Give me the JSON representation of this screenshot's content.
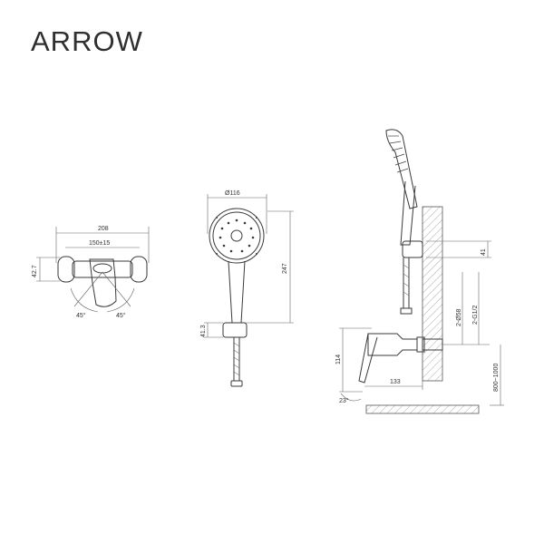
{
  "brand": "ARROW",
  "dimensions": {
    "mixer_width": "208",
    "mixer_centers": "150±15",
    "mixer_height": "42.7",
    "angle_left": "45°",
    "angle_right": "45°",
    "head_diameter": "Ø116",
    "shower_length": "247",
    "holder_height": "41.3",
    "bracket_height": "41",
    "pipe_diameter": "2-Ø58",
    "thread": "2-G1/2",
    "body_height": "114",
    "projection": "133",
    "handle_angle": "23°",
    "install_height": "800~1000"
  }
}
